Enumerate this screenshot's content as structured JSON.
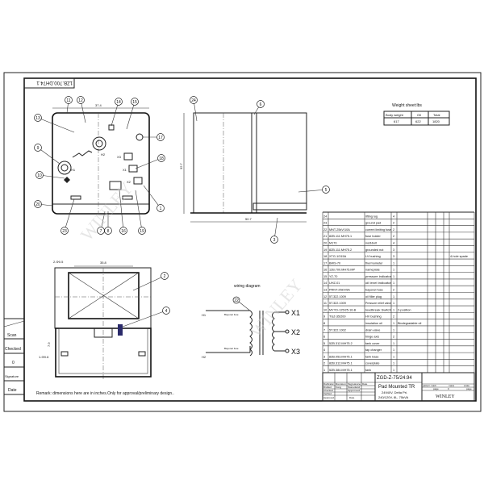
{
  "drawing_number": "1ZB.700.DH74.1",
  "watermark": "WINLEY",
  "front_view": {
    "dim_width": "37.4",
    "terminals": [
      "H1",
      "H2",
      "X1",
      "X2",
      "X3"
    ],
    "balloons": [
      "11",
      "12",
      "14",
      "15",
      "13",
      "17",
      "9",
      "18",
      "10",
      "1",
      "20",
      "23",
      "7",
      "8",
      "16",
      "19"
    ]
  },
  "side_view": {
    "dim_height": "32.7",
    "dim_depth": "50.7",
    "balloons": [
      "24",
      "6",
      "5",
      "3"
    ]
  },
  "top_view": {
    "dim_top": "35.8",
    "dim_holes": "2-Φ0.5",
    "dim_side": "7.9",
    "dim_slot": "1-Φ0.6",
    "balloons": [
      "2",
      "4"
    ]
  },
  "wiring": {
    "title": "wiring diagram",
    "hv_labels": [
      "H1",
      "H2"
    ],
    "lv_labels": [
      "X1",
      "X2",
      "X3"
    ],
    "fuse_label": "Bayonet fuse",
    "balloon": "22"
  },
  "weight_sheet": {
    "title": "Weight sheet:lbs",
    "headers": [
      "Body weight",
      "Oil",
      "Total"
    ],
    "values": [
      "617",
      "622",
      "1820"
    ]
  },
  "left_strip": [
    "Scan",
    "Checked",
    "0",
    "Signature",
    "Date"
  ],
  "remark": "Remark:  dimensions here are in inches.Only for approval/preliminary design..",
  "parts": [
    {
      "no": "24",
      "code": "",
      "name": "lifting lug",
      "qty": "4",
      "note": ""
    },
    {
      "no": "23",
      "code": "",
      "name": "ground pad",
      "qty": "2",
      "note": ""
    },
    {
      "no": "22",
      "code": "MNT-25kV/10A",
      "name": "current limiting fuse",
      "qty": "2",
      "note": ""
    },
    {
      "no": "21",
      "code": "8ZB.111.MH75.1",
      "name": "fuse holder",
      "qty": "2",
      "note": ""
    },
    {
      "no": "20",
      "code": "M170",
      "name": "nut&bolt",
      "qty": "4",
      "note": ""
    },
    {
      "no": "19",
      "code": "8ZB.111.MH75.2",
      "name": "grounded nut",
      "qty": "3",
      "note": ""
    },
    {
      "no": "18",
      "code": "XTG-1/315A",
      "name": "LV bushing",
      "qty": "3",
      "note": "4-hole spade"
    },
    {
      "no": "17",
      "code": "BWS-70",
      "name": "thermometer",
      "qty": "1",
      "note": ""
    },
    {
      "no": "16",
      "code": "12B.700.MH75.MP",
      "name": "nameplate",
      "qty": "1",
      "note": ""
    },
    {
      "no": "15",
      "code": "YZ-70",
      "name": "pressure indicator",
      "qty": "1",
      "note": ""
    },
    {
      "no": "14",
      "code": "UHZ-01",
      "name": "oil level indicator",
      "qty": "1",
      "note": ""
    },
    {
      "no": "13",
      "code": "PRNT-25kV/5A",
      "name": "bayonet fuse",
      "qty": "2",
      "note": ""
    },
    {
      "no": "12",
      "code": "5T.322.1009",
      "name": "oil filler plug",
      "qty": "1",
      "note": ""
    },
    {
      "no": "11",
      "code": "5T.322.1009",
      "name": "Pressure relief valve",
      "qty": "1",
      "note": ""
    },
    {
      "no": "10",
      "code": "MYYD-125/25-16-B",
      "name": "loadbreak Switch",
      "qty": "1",
      "note": "2-position"
    },
    {
      "no": "9",
      "code": "TGZ-35/200",
      "name": "HV bushing",
      "qty": "2",
      "note": ""
    },
    {
      "no": "8",
      "code": "",
      "name": "insulation oil",
      "qty": "1",
      "note": "Biodegradable oil"
    },
    {
      "no": "7",
      "code": "5T.322.1002",
      "name": "drain valve",
      "qty": "1",
      "note": ""
    },
    {
      "no": "6",
      "code": "",
      "name": "hinge axis",
      "qty": "2",
      "note": ""
    },
    {
      "no": "5",
      "code": "5ZB.312.MH75.2",
      "name": "tank cover",
      "qty": "1",
      "note": ""
    },
    {
      "no": "4",
      "code": "",
      "name": "tap changer",
      "qty": "1",
      "note": ""
    },
    {
      "no": "3",
      "code": "8ZB.053.MH75.1",
      "name": "tank base",
      "qty": "1",
      "note": ""
    },
    {
      "no": "2",
      "code": "8ZB.312.MH75.1",
      "name": "coverplate",
      "qty": "1",
      "note": ""
    },
    {
      "no": "1",
      "code": "5ZB.384.MH75.1",
      "name": "tank",
      "qty": "1",
      "note": ""
    }
  ],
  "title_block": {
    "model": "ZGD-Z-75/24.94",
    "title": "Pad Mounted TR",
    "spec1": "24940V, Delta Pri.",
    "spec2": "240/120V, 8L, 75kVA",
    "company": "WINLEY",
    "signoff": [
      "Drafted",
      "Checked",
      "Verified",
      "Approved"
    ],
    "signoff_cols": [
      "Modification",
      "Revision",
      "Signature",
      "Date"
    ],
    "names": [
      "Kong",
      "Standard",
      "Approved",
      "Date"
    ],
    "pattern_labels": [
      "pattern mark",
      "mass",
      "scale"
    ],
    "page_labels": [
      "page",
      "0",
      "page"
    ]
  }
}
